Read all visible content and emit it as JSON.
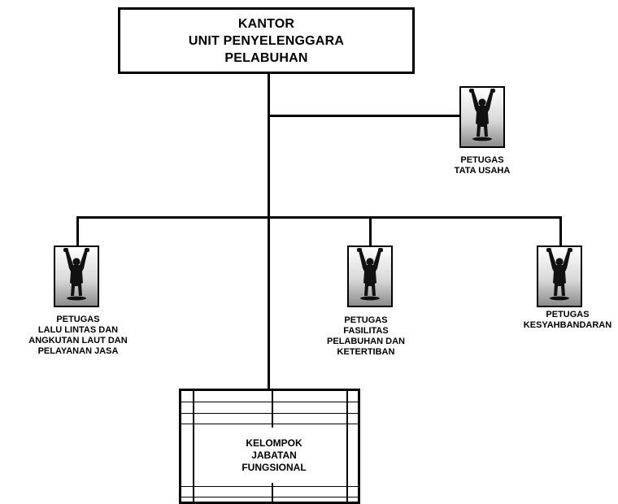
{
  "root": {
    "lines": [
      "KANTOR",
      "UNIT PENYELENGGARA",
      "PELABUHAN"
    ]
  },
  "staff": {
    "tata_usaha": {
      "lines": [
        "PETUGAS",
        "TATA USAHA"
      ]
    },
    "lalu_lintas": {
      "lines": [
        "PETUGAS",
        "LALU LINTAS  DAN",
        "ANGKUTAN LAUT DAN",
        "PELAYANAN JASA"
      ]
    },
    "fasilitas": {
      "lines": [
        "PETUGAS",
        "FASILITAS",
        "PELABUHAN DAN",
        "KETERTIBAN"
      ]
    },
    "kesyahbandaran": {
      "lines": [
        "PETUGAS",
        "KESYAHBANDARAN"
      ]
    }
  },
  "functional_group": {
    "lines": [
      "KELOMPOK",
      "JABATAN",
      "FUNGSIONAL"
    ]
  },
  "icons": {
    "staff_icon": "person-arms-raised-icon"
  }
}
